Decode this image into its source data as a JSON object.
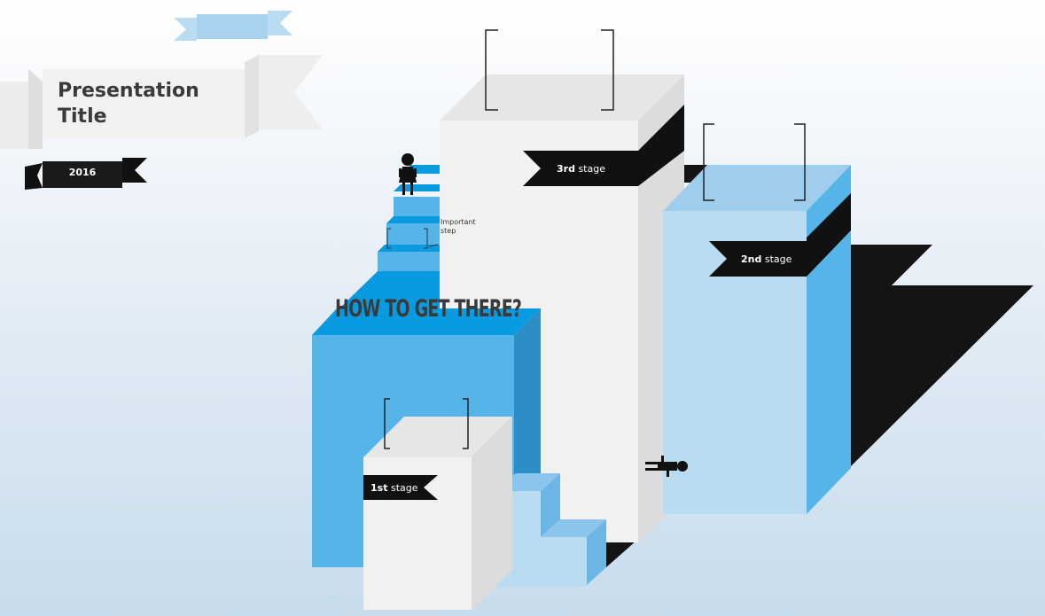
{
  "presentation": {
    "title": "Presentation Title",
    "year": "2016",
    "headline": "HOW TO GET THERE?",
    "stages": [
      {
        "number": "1st",
        "suffix": " stage"
      },
      {
        "number": "2nd",
        "suffix": " stage"
      },
      {
        "number": "3rd",
        "suffix": " stage"
      }
    ],
    "annotation": "Important step"
  },
  "colors": {
    "blue_dark": "#0a9ae0",
    "blue_mid": "#56b5e8",
    "blue_light": "#9fcdee",
    "blue_pale": "#b9dcf0",
    "black": "#111111",
    "white_face": "#f2f2f2",
    "grey_side": "#dcdcdc"
  }
}
